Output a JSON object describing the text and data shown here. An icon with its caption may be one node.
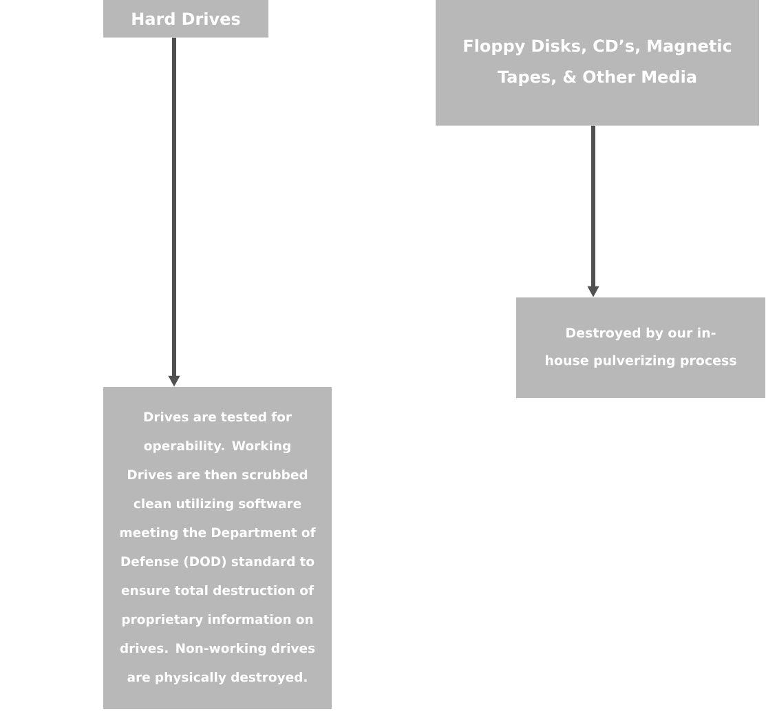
{
  "diagram": {
    "nodes": [
      {
        "text": [
          "Hard Drives"
        ]
      },
      {
        "text": [
          "Floppy Disks, CD’s, Magnetic Tapes, & Other Media"
        ]
      },
      {
        "text": [
          "Drives are tested for operability. Working Drives are then scrubbed clean utilizing software meeting the Department of Defense (DOD) standard to ensure total destruction of proprietary information on drives. Non-working drives are physically destroyed."
        ]
      },
      {
        "text": [
          "Destroyed by our in-house pulverizing process"
        ]
      }
    ],
    "edges": [
      {
        "from": 0,
        "to": 2,
        "arrow": "to"
      },
      {
        "from": 1,
        "to": 3,
        "arrow": "to"
      }
    ]
  }
}
